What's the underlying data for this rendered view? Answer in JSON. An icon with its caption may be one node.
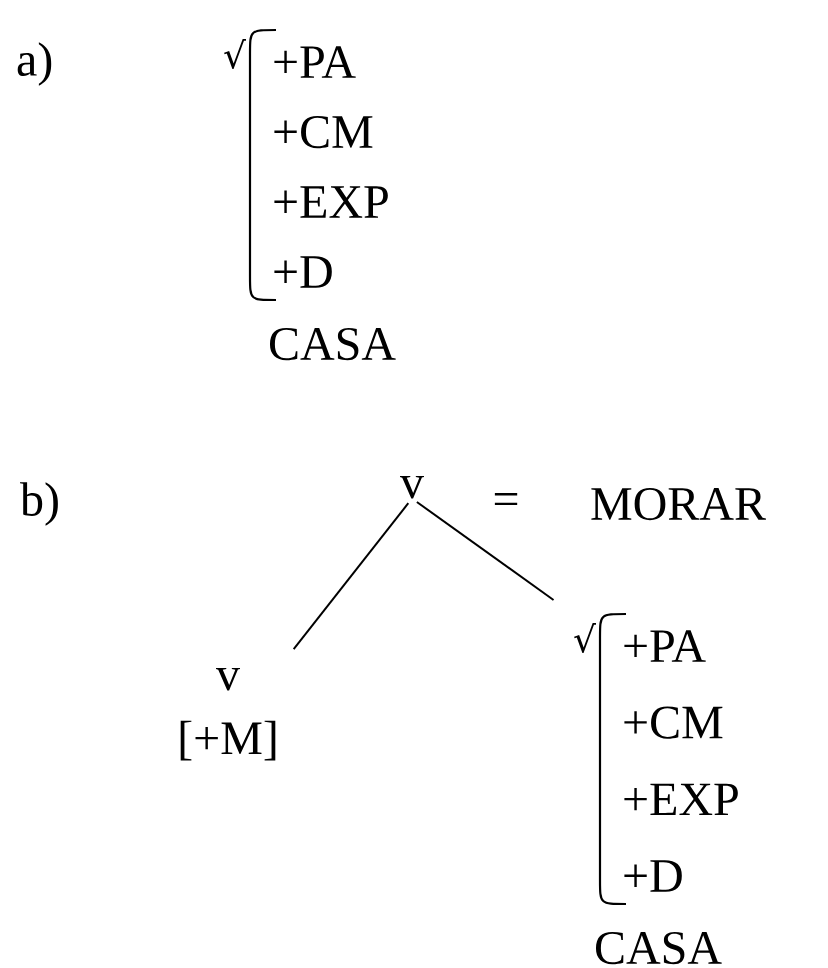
{
  "diagram": {
    "nodes": [
      {
        "text": [
          "v"
        ]
      },
      {
        "text": [
          "v",
          "[+M]"
        ]
      },
      {
        "text": [
          "√",
          "+PA",
          "+CM",
          "+EXP",
          "+D",
          "CASA"
        ]
      },
      {
        "text": [
          "√",
          "+PA",
          "+CM",
          "+EXP",
          "+D",
          "CASA"
        ]
      }
    ],
    "edges": [
      {
        "from": 0,
        "to": 1,
        "arrow": "none"
      },
      {
        "from": 0,
        "to": 3,
        "arrow": "none"
      }
    ],
    "labels": [
      "a)",
      "b)",
      "=",
      "MORAR"
    ]
  }
}
